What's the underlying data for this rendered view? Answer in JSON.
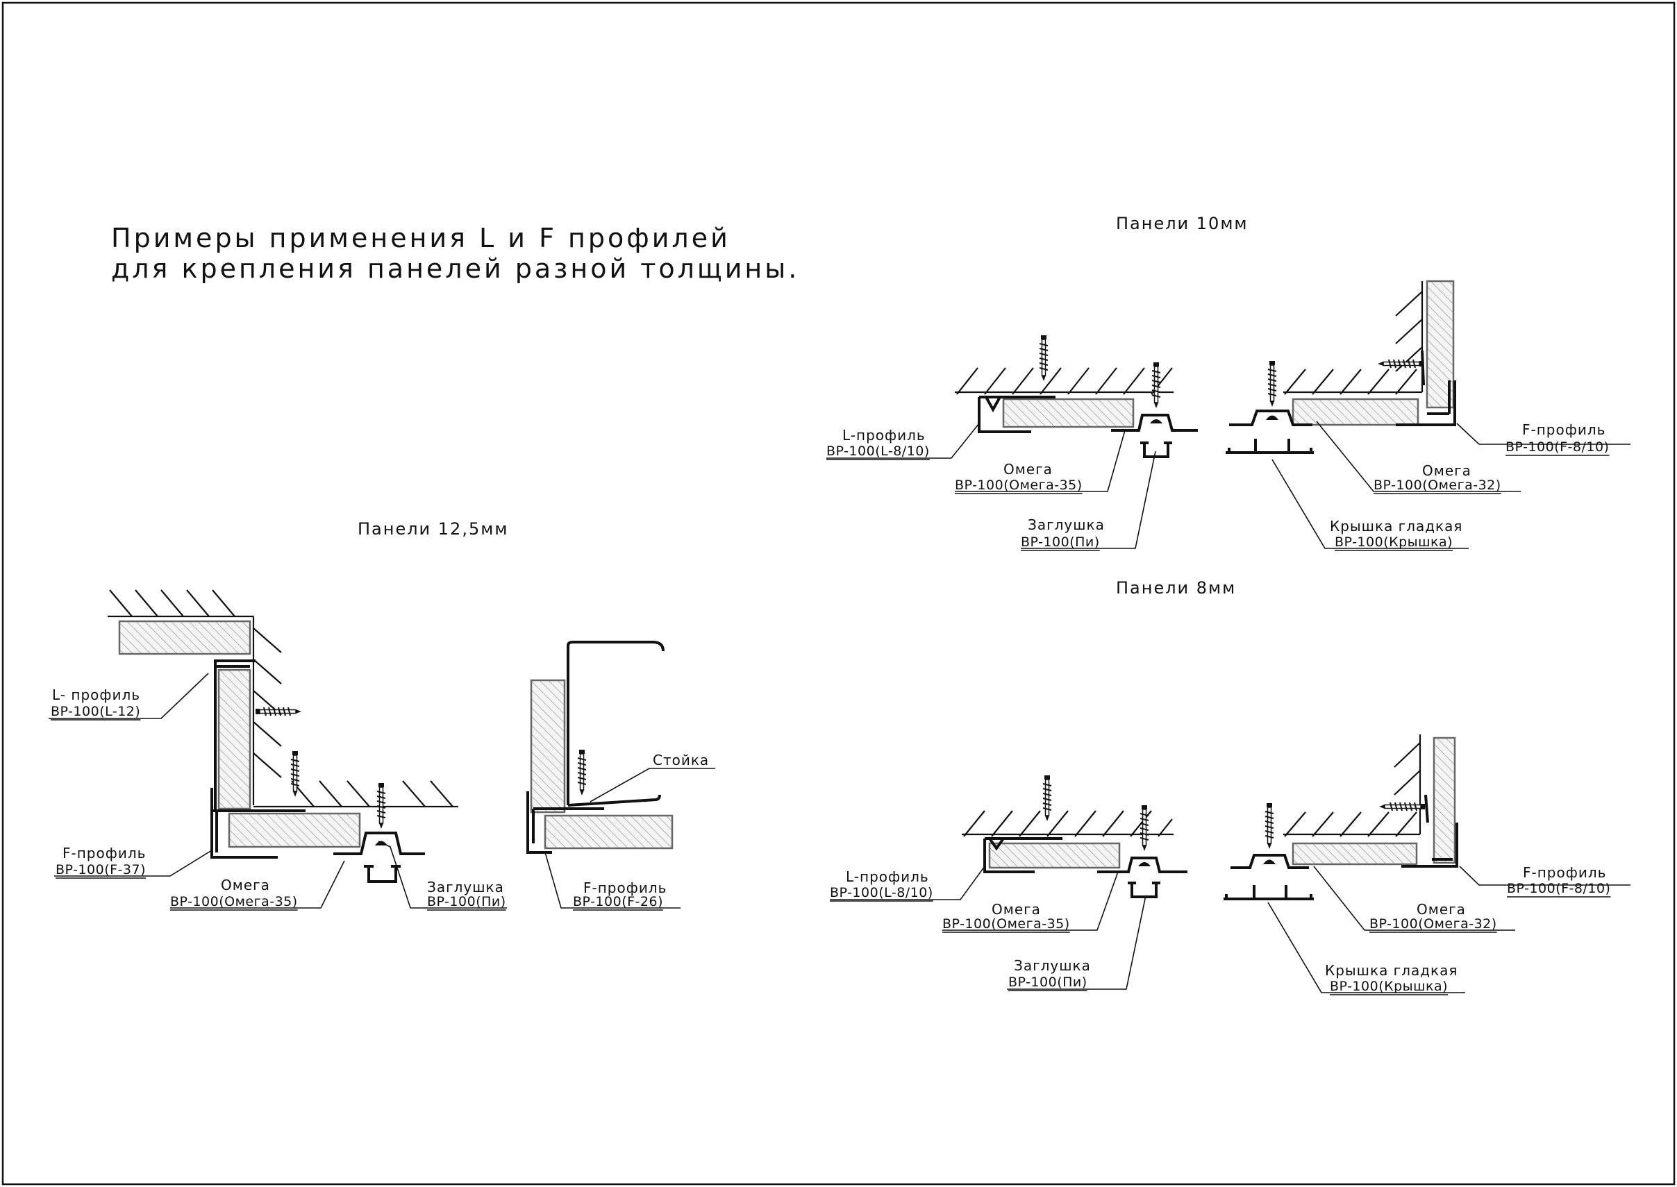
{
  "title": {
    "line1": "Примеры применения  L и F профилей",
    "line2": "для крепления панелей разной толщины."
  },
  "sections": {
    "s125": "Панели 12,5мм",
    "s10": "Панели 10мм",
    "s8": "Панели 8мм"
  },
  "labels": {
    "a_l_name": "L- профиль",
    "a_l_code": "BP-100(L-12)",
    "a_f_name": "F-профиль",
    "a_f_code": "BP-100(F-37)",
    "a_om_name": "Омега",
    "a_om_code": "BP-100(Омега-35)",
    "a_za_name": "Заглушка",
    "a_za_code": "BP-100(Пи)",
    "b_st_name": "Стойка",
    "b_f_name": "F-профиль",
    "b_f_code": "BP-100(F-26)",
    "c_l_name": "L-профиль",
    "c_l_code": "BP-100(L-8/10)",
    "c_om_name": "Омега",
    "c_om_code": "BP-100(Омега-35)",
    "c_za_name": "Заглушка",
    "c_za_code": "BP-100(Пи)",
    "d_f_name": "F-профиль",
    "d_f_code": "BP-100(F-8/10)",
    "d_om_name": "Омега",
    "d_om_code": "BP-100(Омега-32)",
    "d_kr_name": "Крышка гладкая",
    "d_kr_code": "BP-100(Крышка)",
    "e_l_name": "L-профиль",
    "e_l_code": "BP-100(L-8/10)",
    "e_om_name": "Омега",
    "e_om_code": "BP-100(Омега-35)",
    "e_za_name": "Заглушка",
    "e_za_code": "BP-100(Пи)",
    "f_f_name": "F-профиль",
    "f_f_code": "BP-100(F-8/10)",
    "f_om_name": "Омега",
    "f_om_code": "BP-100(Омега-32)",
    "f_kr_name": "Крышка гладкая",
    "f_kr_code": "BP-100(Крышка)"
  }
}
